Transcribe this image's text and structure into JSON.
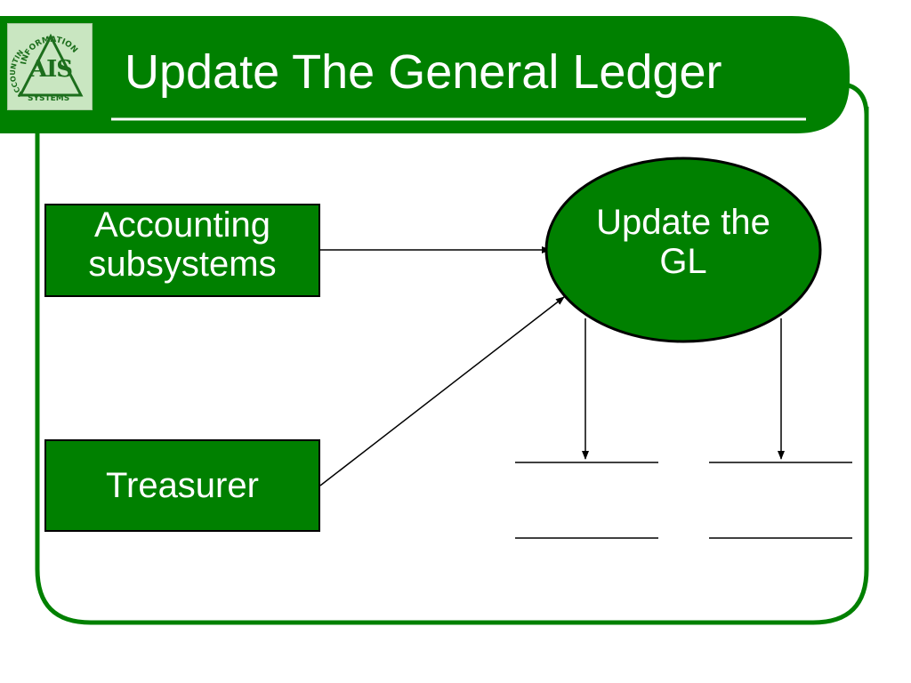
{
  "slide": {
    "title": "Update The General Ledger"
  },
  "logo": {
    "text": "AIS",
    "arc_text_top": "INFORMATION",
    "arc_text_left": "ACCOUNTING",
    "arc_text_bottom": "SYSTEMS"
  },
  "diagram": {
    "source_boxes": [
      {
        "label_line1": "Accounting",
        "label_line2": "subsystems"
      },
      {
        "label": "Treasurer"
      }
    ],
    "process": {
      "label_line1": "Update the",
      "label_line2": "GL"
    },
    "data_stores": [
      {
        "label": ""
      },
      {
        "label": ""
      }
    ]
  },
  "colors": {
    "green": "#008000",
    "dark_green": "#006400",
    "border": "#000000",
    "text_on_green": "#ffffff"
  }
}
